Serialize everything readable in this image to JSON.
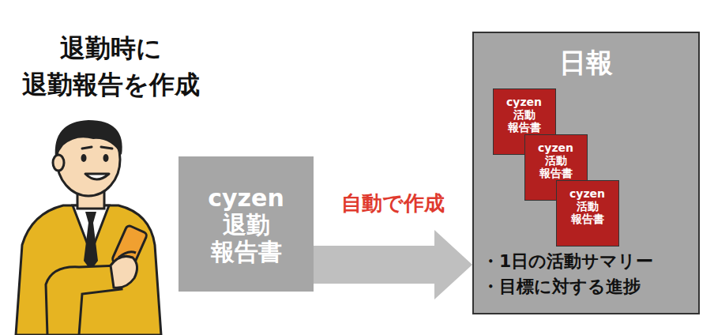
{
  "diagram": {
    "nodes": [
      {
        "text": [
          "cyzen 退勤 報告書"
        ]
      },
      {
        "text": [
          "日報",
          "・1日の活動サマリー",
          "・目標に対する進捗"
        ]
      },
      {
        "text": [
          "cyzen 活動 報告書"
        ],
        "in": 1
      },
      {
        "text": [
          "cyzen 活動 報告書"
        ],
        "in": 1
      },
      {
        "text": [
          "cyzen 活動 報告書"
        ],
        "in": 1
      }
    ],
    "edges": [
      {
        "from": 0,
        "to": 1,
        "label": "自動で作成",
        "arrow": "to"
      }
    ],
    "labels": [
      "退勤時に 退勤報告を作成"
    ]
  }
}
